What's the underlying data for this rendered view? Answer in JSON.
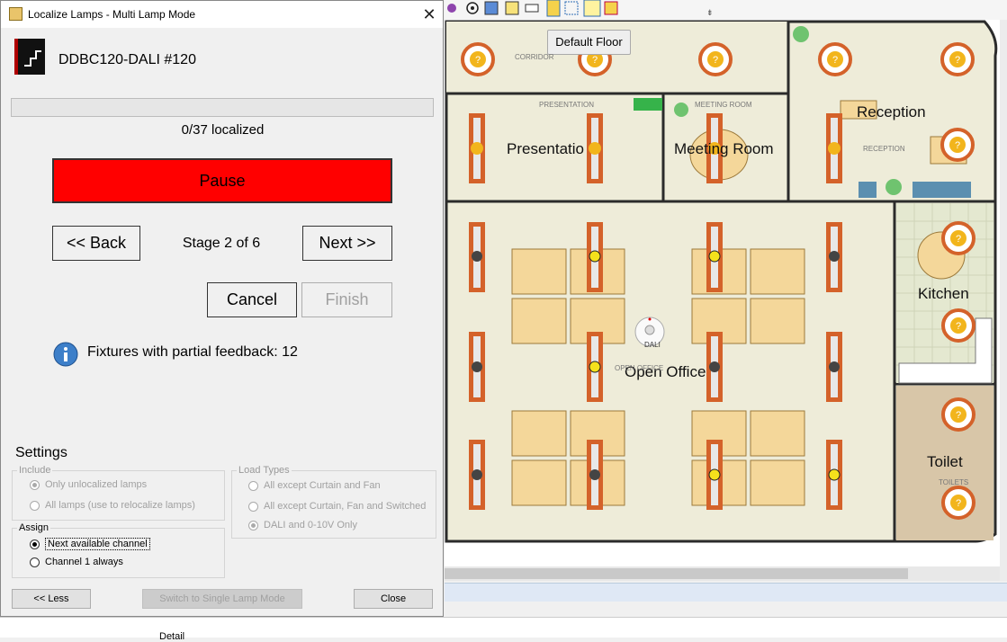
{
  "dialog": {
    "title": "Localize Lamps - Multi Lamp Mode",
    "close_glyph": "✕",
    "device_name": "DDBC120-DALI #120",
    "progress_fraction": 0,
    "progress_text": "0/37 localized",
    "pause_label": "Pause",
    "back_label": "<< Back",
    "stage_text": "Stage 2 of 6",
    "next_label": "Next >>",
    "cancel_label": "Cancel",
    "finish_label": "Finish",
    "info_text": "Fixtures with partial feedback: 12",
    "settings": {
      "title": "Settings",
      "include": {
        "legend": "Include",
        "options": [
          "Only unlocalized lamps",
          "All lamps (use to relocalize lamps)"
        ],
        "selected": 0
      },
      "load_types": {
        "legend": "Load Types",
        "options": [
          "All except Curtain and Fan",
          "All except Curtain, Fan and Switched",
          "DALI and 0-10V Only"
        ],
        "selected": 2
      },
      "assign": {
        "legend": "Assign",
        "options": [
          "Next available channel",
          "Channel 1 always"
        ],
        "selected": 0
      }
    },
    "less_label": "<< Less",
    "switch_label": "Switch to Single Lamp Mode",
    "close_label": "Close"
  },
  "floor_plan": {
    "floor_tag": "Default Floor",
    "rooms": {
      "presentation": "Presentatio",
      "meeting": "Meeting Room",
      "reception": "Reception",
      "kitchen": "Kitchen",
      "open_office": "Open Office",
      "toilet": "Toilet"
    },
    "small_labels": {
      "corridor": "CORRIDOR",
      "presentation": "PRESENTATION",
      "meeting": "MEETING ROOM",
      "reception": "RECEPTION",
      "open_office": "OPEN OFFICE",
      "toilets": "TOILETS",
      "dali": "DALI"
    }
  },
  "bottom_panel": {
    "detail_label": "Detail"
  },
  "colors": {
    "pause": "#ff0000",
    "wall": "#2b2b2b",
    "floor": "#eeecd9",
    "lamp_ring": "#d4622a",
    "lamp_unknown": "#f2b51c"
  }
}
